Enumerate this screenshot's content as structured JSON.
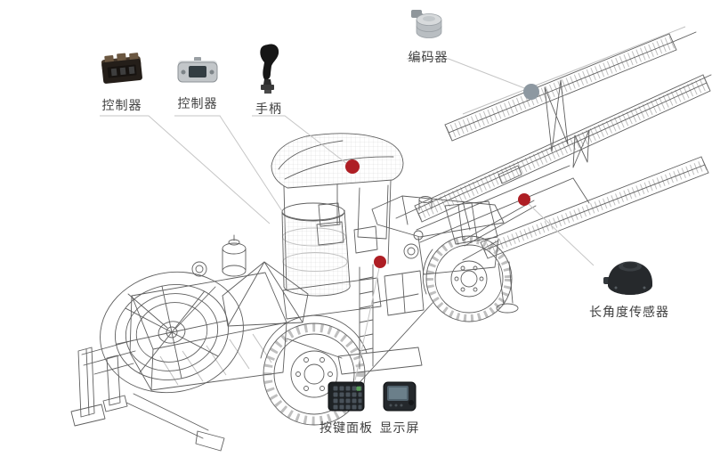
{
  "diagram": {
    "description": "drill-rig-component-callout-diagram",
    "components": [
      {
        "id": "controller-1",
        "label": "控制器",
        "type": "controller-module"
      },
      {
        "id": "controller-2",
        "label": "控制器",
        "type": "controller-display-module"
      },
      {
        "id": "handle",
        "label": "手柄",
        "type": "joystick"
      },
      {
        "id": "encoder",
        "label": "编码器",
        "type": "rotary-encoder"
      },
      {
        "id": "angle-sensor",
        "label": "长角度传感器",
        "type": "angle-sensor"
      },
      {
        "id": "keypad",
        "label": "按键面板",
        "type": "button-panel"
      },
      {
        "id": "display",
        "label": "显示屏",
        "type": "display-screen"
      }
    ],
    "markers": [
      {
        "name": "handle-location-marker",
        "color": "#ae1e24"
      },
      {
        "name": "panel-location-marker",
        "color": "#ae1e24"
      },
      {
        "name": "angle-sensor-location-marker",
        "color": "#ae1e24"
      },
      {
        "name": "encoder-location-marker",
        "color": "#8d98a1"
      }
    ],
    "colors": {
      "marker_red": "#ae1e24",
      "marker_gray": "#8d98a1",
      "leader_line": "#c6c6c6",
      "wireframe": "#5f5f5f",
      "wireframe_light": "#bfbfbf",
      "label_text": "#3f3f3f"
    }
  }
}
